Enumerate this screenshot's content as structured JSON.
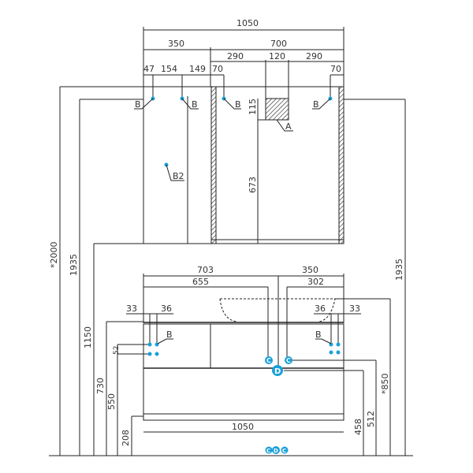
{
  "top_dims": {
    "total": "1050",
    "left": "350",
    "right": "700",
    "r1": "290",
    "r2": "120",
    "r3": "290",
    "a": "47",
    "b": "154",
    "c": "149",
    "d": "70",
    "e": "70"
  },
  "top_labels": {
    "b": "B",
    "b2": "B2",
    "a": "A",
    "h115": "115",
    "h673": "673"
  },
  "side_dims": {
    "h2000": "*2000",
    "h1935l": "1935",
    "h1150": "1150",
    "h730": "730",
    "h550": "550",
    "h52": "52",
    "h208": "208",
    "h458": "458",
    "h512": "512",
    "h850": "*850",
    "h1935r": "1935"
  },
  "bottom_dims": {
    "d703": "703",
    "d350": "350",
    "d655": "655",
    "d302": "302",
    "l33": "33",
    "l36": "36",
    "r36": "36",
    "r33": "33",
    "width": "1050"
  },
  "markers": {
    "c": "C",
    "d": "D",
    "b": "B"
  },
  "colors": {
    "marker": "#1aa0d8",
    "line": "#222222"
  }
}
